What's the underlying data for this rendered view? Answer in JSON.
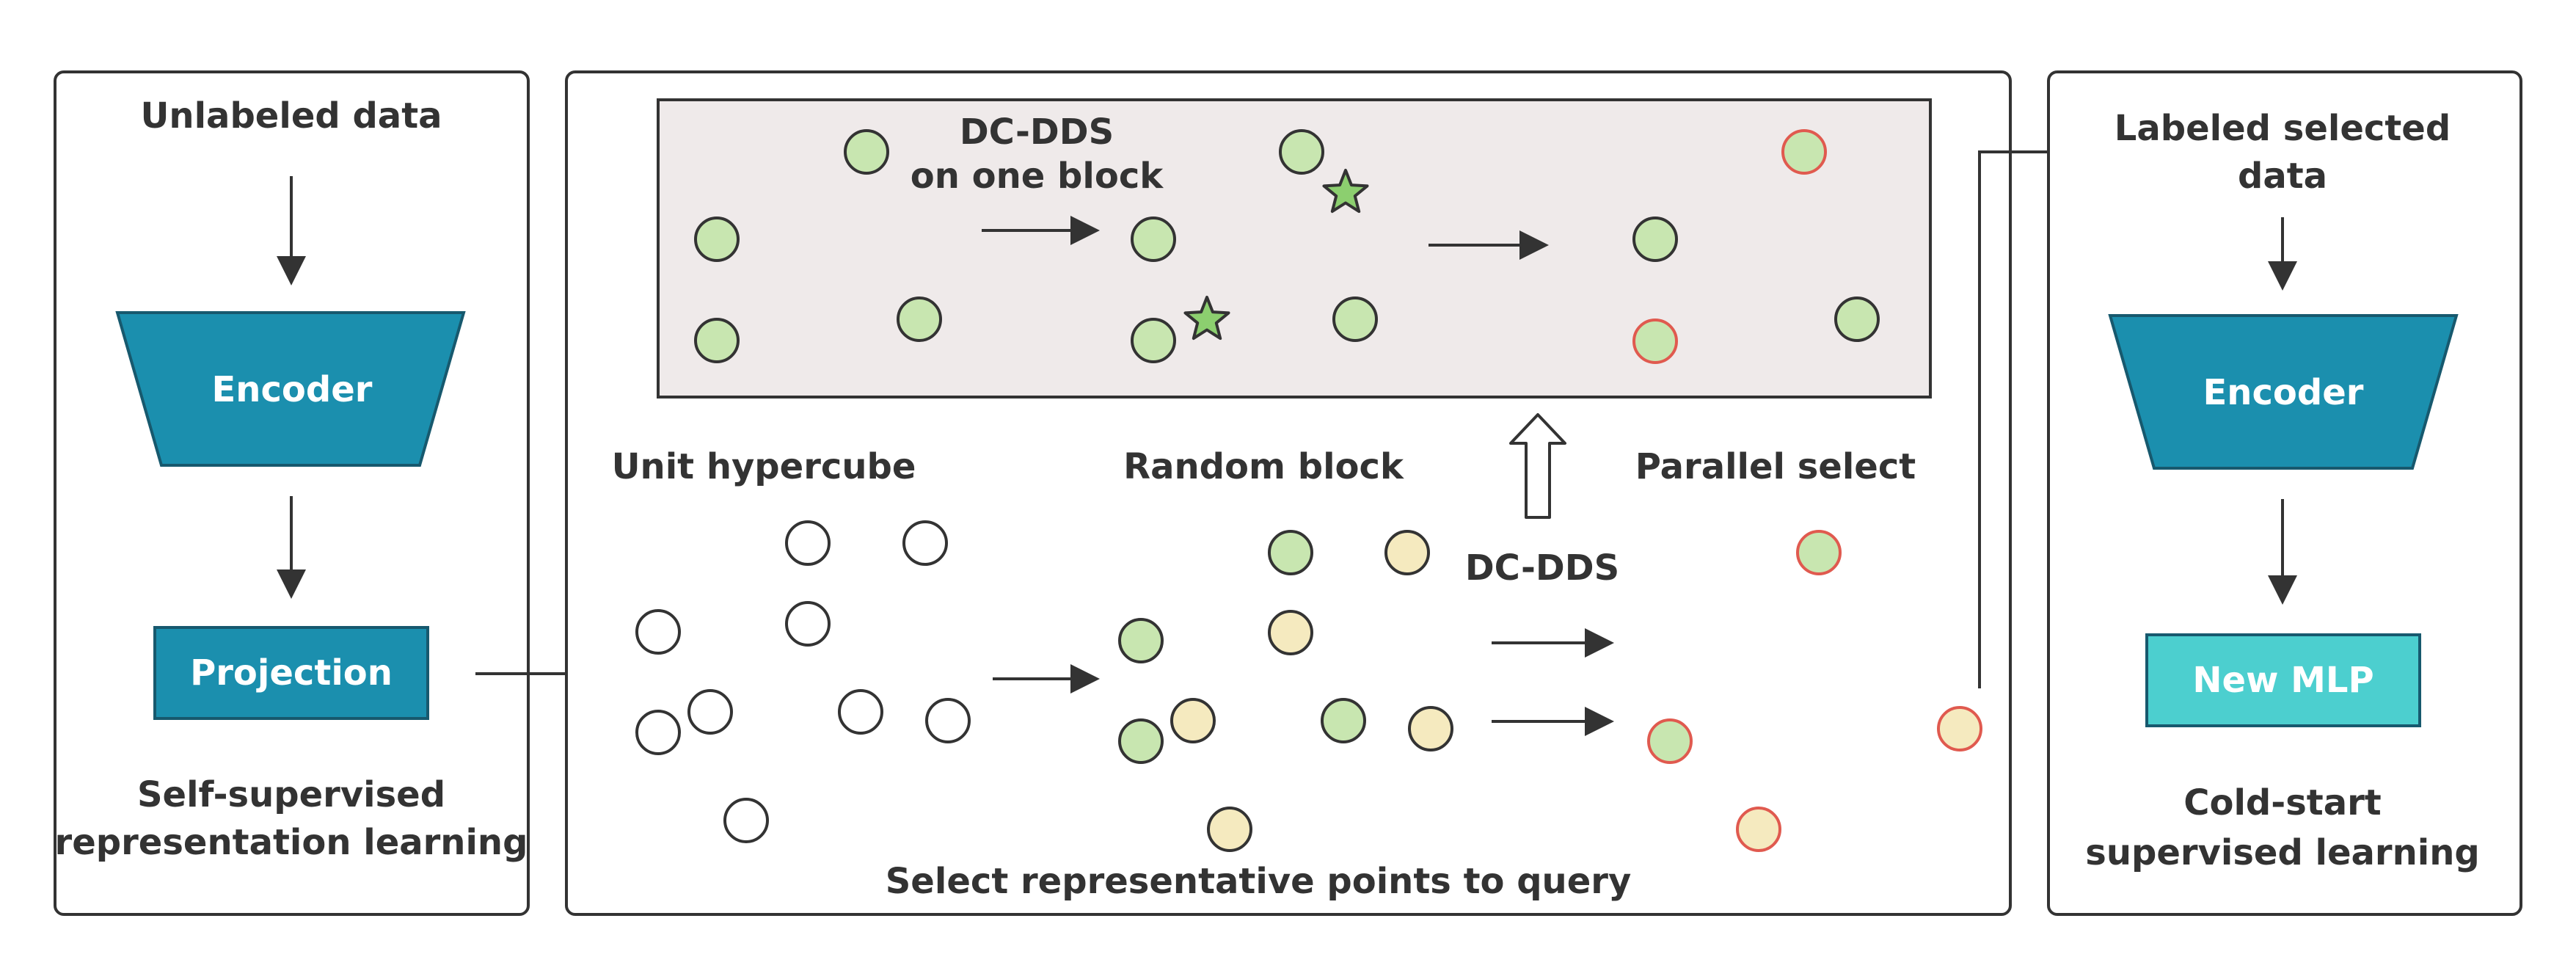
{
  "left_panel": {
    "top_label": "Unlabeled data",
    "encoder_label": "Encoder",
    "projection_label": "Projection",
    "caption_line1": "Self-supervised",
    "caption_line2": "representation learning"
  },
  "middle_panel": {
    "inset_label_line1": "DC-DDS",
    "inset_label_line2": "on one block",
    "stage1_label": "Unit hypercube",
    "stage2_label": "Random block",
    "stage3_label": "Parallel select",
    "method_label": "DC-DDS",
    "caption": "Select representative points to query"
  },
  "right_panel": {
    "top_label_line1": "Labeled selected",
    "top_label_line2": "data",
    "encoder_label": "Encoder",
    "mlp_label": "New MLP",
    "caption_line1": "Cold-start",
    "caption_line2": "supervised learning"
  },
  "colors": {
    "encoder": "#1b8fae",
    "encoder_stroke": "#17596e",
    "mlp": "#4ccfcf",
    "point_green": "#c8e6b0",
    "point_yellow": "#f5eabf",
    "point_white": "#ffffff",
    "selected_outline": "#e05a4f",
    "inset_bg": "#efeaea",
    "star": "#8ccf6f"
  }
}
